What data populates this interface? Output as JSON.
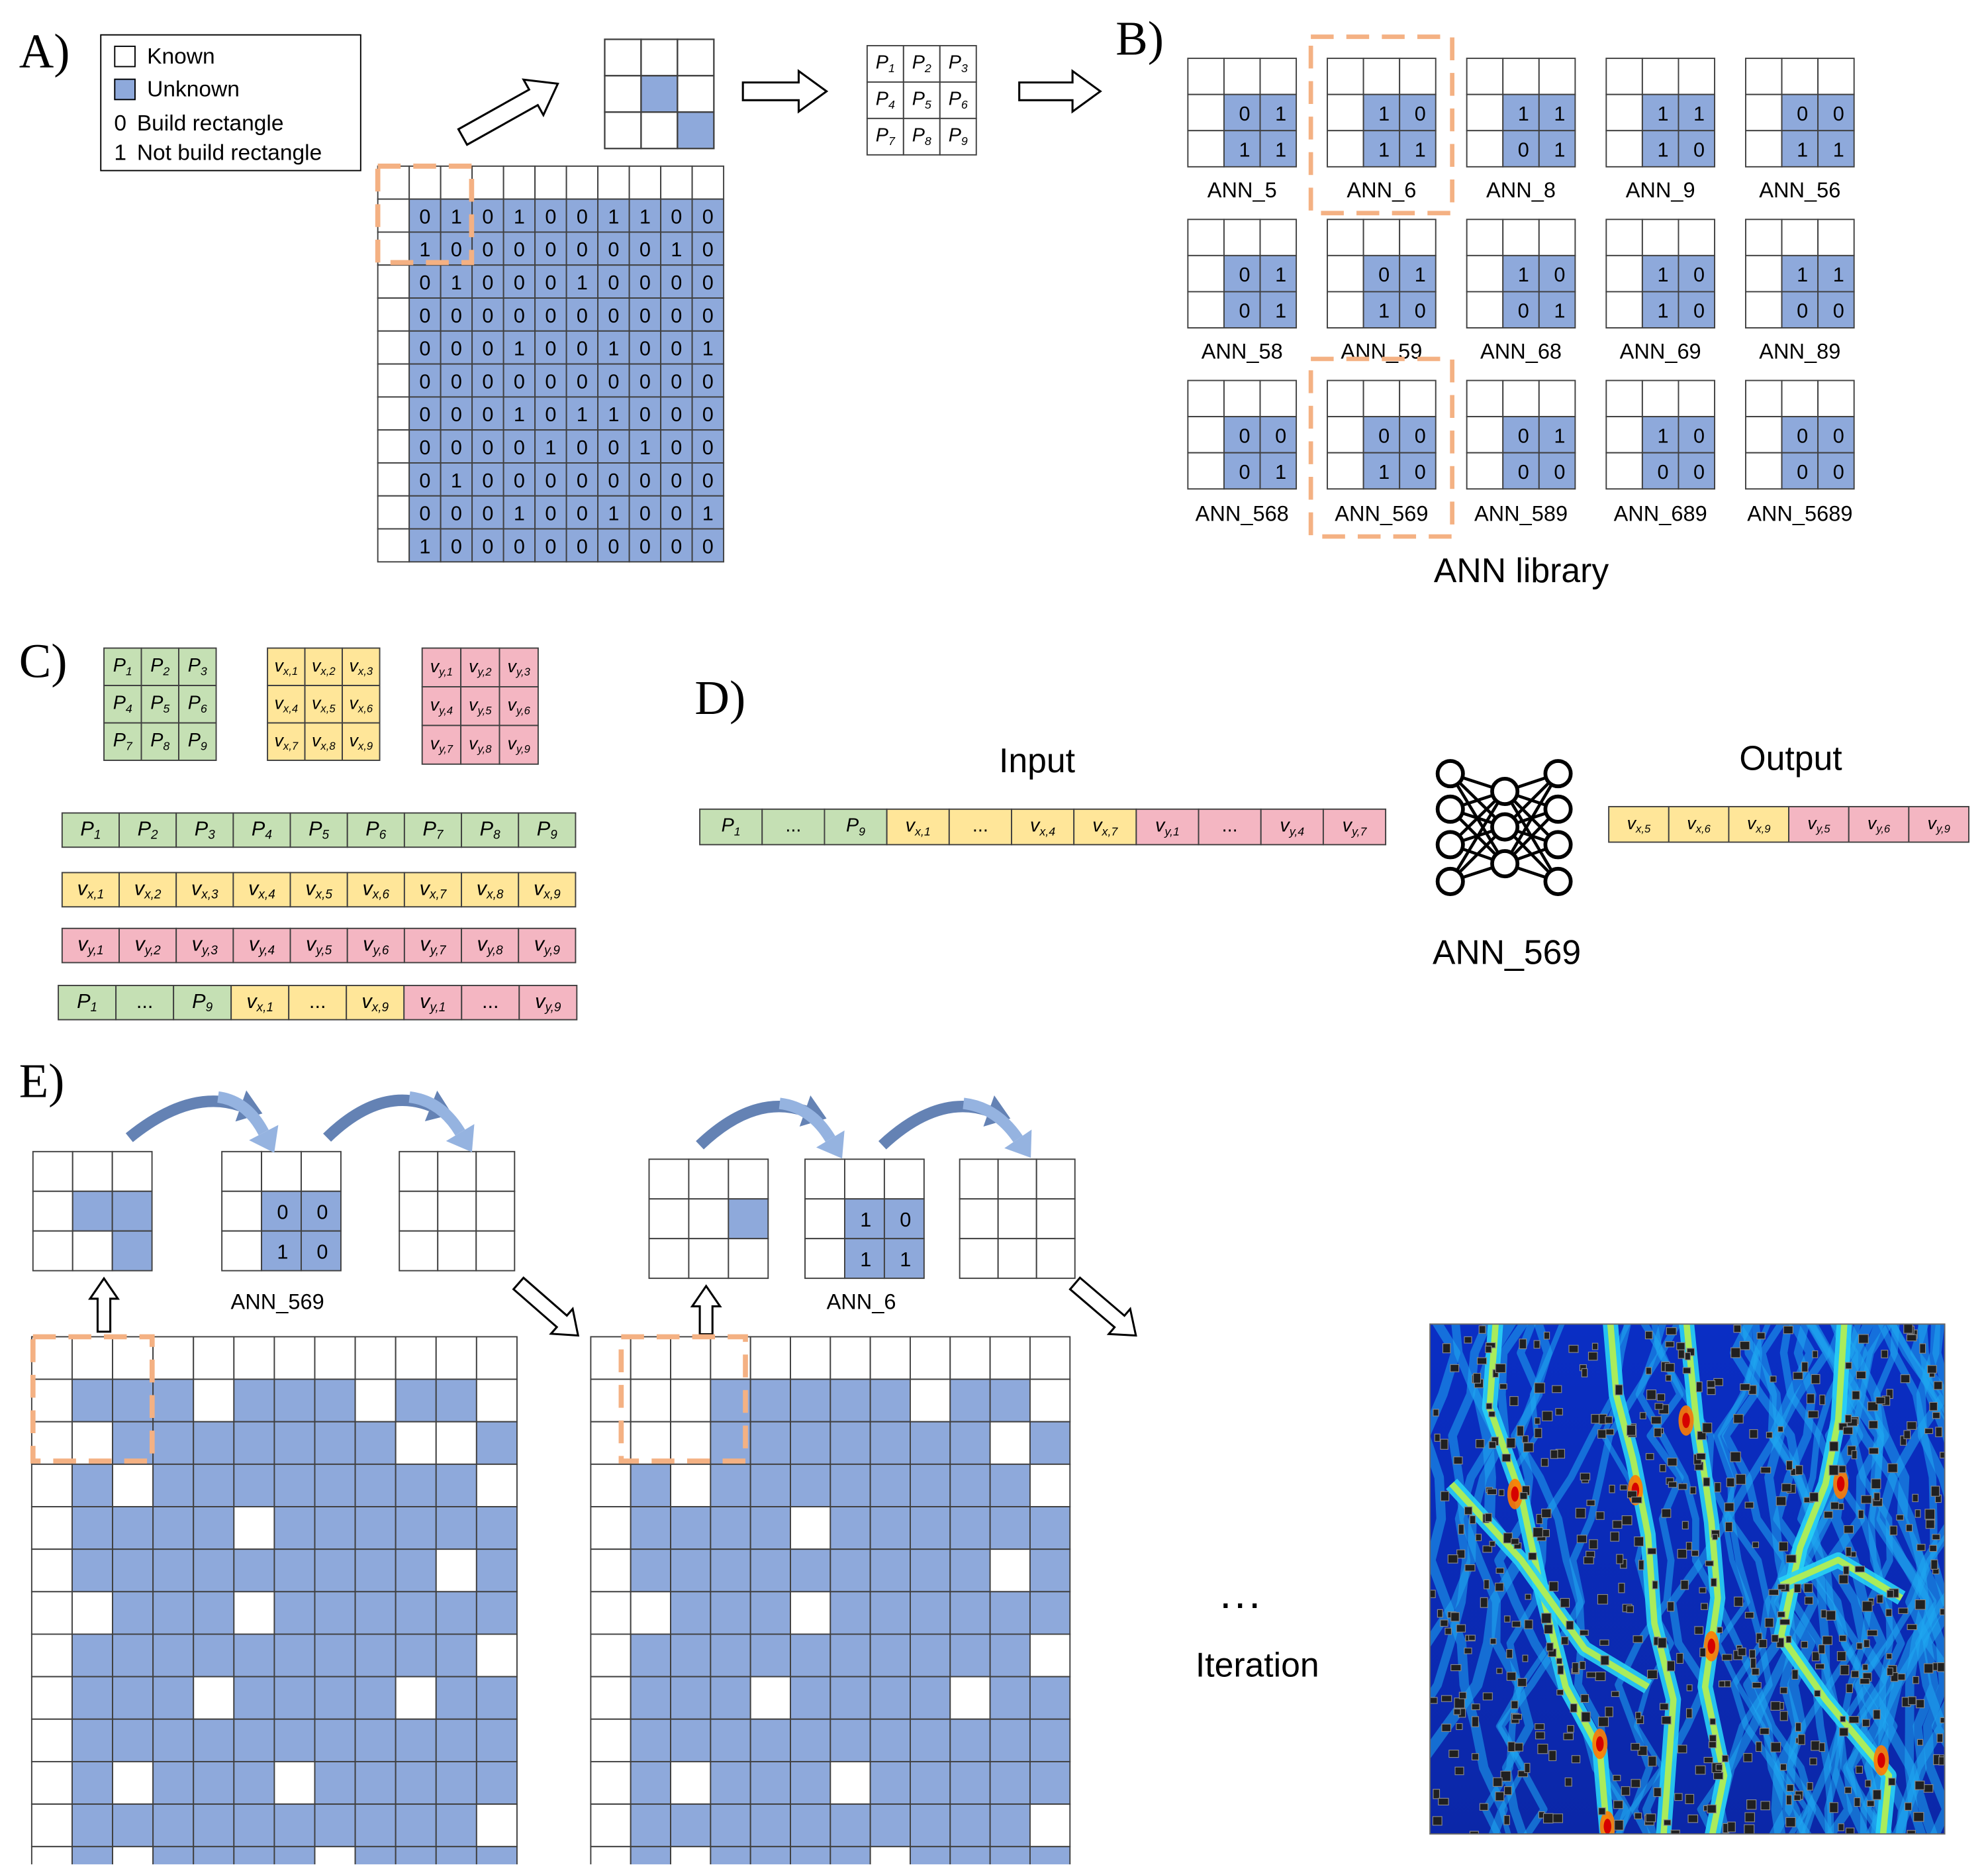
{
  "panels": {
    "a": "A)",
    "b": "B)",
    "c": "C)",
    "d": "D)",
    "e": "E)"
  },
  "legend": {
    "known": "Known",
    "unknown": "Unknown",
    "build_digit": "0",
    "build_label": "Build rectangle",
    "notbuild_digit": "1",
    "notbuild_label": "Not build rectangle"
  },
  "colors": {
    "unknown_fill": "#8EA9DB",
    "highlight_dash": "#F4B183",
    "grid_line": "#404040",
    "green_cell": "#C5E0B4",
    "yellow_cell": "#FFE699",
    "pink_cell": "#F4B6C2",
    "curved_arrow_dark": "#6482B4",
    "curved_arrow_light": "#95B3E0"
  },
  "panel_a": {
    "main_grid": [
      "KKKKKKKKKKK",
      "K0101001100",
      "K1000000010",
      "K0100010000",
      "K0000000000",
      "K0001001001",
      "K0000000000",
      "K0001011000",
      "K0000100100",
      "K0100000000",
      "K0001001001",
      "K1000000000"
    ],
    "pattern_grid": [
      "KKK",
      "KUK",
      "KKU"
    ],
    "p_labels": [
      "1",
      "2",
      "3",
      "4",
      "5",
      "6",
      "7",
      "8",
      "9"
    ]
  },
  "panel_b": {
    "title": "ANN library",
    "items": [
      {
        "label": "ANN_5",
        "cells": [
          "KKK",
          "K01",
          "K11"
        ],
        "highlighted": false
      },
      {
        "label": "ANN_6",
        "cells": [
          "KKK",
          "K10",
          "K11"
        ],
        "highlighted": true
      },
      {
        "label": "ANN_8",
        "cells": [
          "KKK",
          "K11",
          "K01"
        ],
        "highlighted": false
      },
      {
        "label": "ANN_9",
        "cells": [
          "KKK",
          "K11",
          "K10"
        ],
        "highlighted": false
      },
      {
        "label": "ANN_56",
        "cells": [
          "KKK",
          "K00",
          "K11"
        ],
        "highlighted": false
      },
      {
        "label": "ANN_58",
        "cells": [
          "KKK",
          "K01",
          "K01"
        ],
        "highlighted": false
      },
      {
        "label": "ANN_59",
        "cells": [
          "KKK",
          "K01",
          "K10"
        ],
        "highlighted": false
      },
      {
        "label": "ANN_68",
        "cells": [
          "KKK",
          "K10",
          "K01"
        ],
        "highlighted": false
      },
      {
        "label": "ANN_69",
        "cells": [
          "KKK",
          "K10",
          "K10"
        ],
        "highlighted": false
      },
      {
        "label": "ANN_89",
        "cells": [
          "KKK",
          "K11",
          "K00"
        ],
        "highlighted": false
      },
      {
        "label": "ANN_568",
        "cells": [
          "KKK",
          "K00",
          "K01"
        ],
        "highlighted": false
      },
      {
        "label": "ANN_569",
        "cells": [
          "KKK",
          "K00",
          "K10"
        ],
        "highlighted": true
      },
      {
        "label": "ANN_589",
        "cells": [
          "KKK",
          "K01",
          "K00"
        ],
        "highlighted": false
      },
      {
        "label": "ANN_689",
        "cells": [
          "KKK",
          "K10",
          "K00"
        ],
        "highlighted": false
      },
      {
        "label": "ANN_5689",
        "cells": [
          "KKK",
          "K00",
          "K00"
        ],
        "highlighted": false
      }
    ]
  },
  "panel_c": {
    "row_p": [
      "1",
      "2",
      "3",
      "4",
      "5",
      "6",
      "7",
      "8",
      "9"
    ],
    "row_vx": [
      "1",
      "2",
      "3",
      "4",
      "5",
      "6",
      "7",
      "8",
      "9"
    ],
    "row_vy": [
      "1",
      "2",
      "3",
      "4",
      "5",
      "6",
      "7",
      "8",
      "9"
    ],
    "combined": [
      {
        "sym": "P",
        "sub": "1",
        "tone": "green"
      },
      {
        "sym": "...",
        "sub": "",
        "tone": "green"
      },
      {
        "sym": "P",
        "sub": "9",
        "tone": "green"
      },
      {
        "sym": "v",
        "sub": "x,1",
        "tone": "yellow"
      },
      {
        "sym": "...",
        "sub": "",
        "tone": "yellow"
      },
      {
        "sym": "v",
        "sub": "x,9",
        "tone": "yellow"
      },
      {
        "sym": "v",
        "sub": "y,1",
        "tone": "pink"
      },
      {
        "sym": "...",
        "sub": "",
        "tone": "pink"
      },
      {
        "sym": "v",
        "sub": "y,9",
        "tone": "pink"
      }
    ]
  },
  "panel_d": {
    "input_label": "Input",
    "output_label": "Output",
    "network_label": "ANN_569",
    "input_cells": [
      {
        "sym": "P",
        "sub": "1",
        "tone": "green"
      },
      {
        "sym": "...",
        "sub": "",
        "tone": "green"
      },
      {
        "sym": "P",
        "sub": "9",
        "tone": "green"
      },
      {
        "sym": "v",
        "sub": "x,1",
        "tone": "yellow"
      },
      {
        "sym": "...",
        "sub": "",
        "tone": "yellow"
      },
      {
        "sym": "v",
        "sub": "x,4",
        "tone": "yellow"
      },
      {
        "sym": "v",
        "sub": "x,7",
        "tone": "yellow"
      },
      {
        "sym": "v",
        "sub": "y,1",
        "tone": "pink"
      },
      {
        "sym": "...",
        "sub": "",
        "tone": "pink"
      },
      {
        "sym": "v",
        "sub": "y,4",
        "tone": "pink"
      },
      {
        "sym": "v",
        "sub": "y,7",
        "tone": "pink"
      }
    ],
    "output_cells": [
      {
        "sym": "v",
        "sub": "x,5",
        "tone": "yellow"
      },
      {
        "sym": "v",
        "sub": "x,6",
        "tone": "yellow"
      },
      {
        "sym": "v",
        "sub": "x,9",
        "tone": "yellow"
      },
      {
        "sym": "v",
        "sub": "y,5",
        "tone": "pink"
      },
      {
        "sym": "v",
        "sub": "y,6",
        "tone": "pink"
      },
      {
        "sym": "v",
        "sub": "y,9",
        "tone": "pink"
      }
    ]
  },
  "panel_e": {
    "first": {
      "window": [
        "KKK",
        "KUU",
        "KKU"
      ],
      "ann": [
        "KKK",
        "K00",
        "K10"
      ],
      "ann_label": "ANN_569",
      "main_grid": [
        "KKKKKKKKKKKK",
        "KUUUKUUUKUUK",
        "KKUUUUUUUKKU",
        "KUKUUUUUUUUK",
        "KUUUUKUUUUUU",
        "KUUUUUUUUUKU",
        "KKUUUKUUUUUU",
        "KUUUUUUUUUUK",
        "KUUUKUUUUKUU",
        "KUUUUUUUUUUU",
        "KUKUUUKUUUUU",
        "KUUUUUUUUUUK",
        "KUKUUUUKUUUU"
      ]
    },
    "second": {
      "window": [
        "KKK",
        "KKU",
        "KKK"
      ],
      "ann": [
        "KKK",
        "K10",
        "K11"
      ],
      "ann_label": "ANN_6",
      "main_grid": [
        "KKKKKKKKKKKK",
        "KKKUUUUUKUUK",
        "KKKUUUUUUUKU",
        "KUKUUUUUUUUK",
        "KUUUUKUUUUUU",
        "KUUUUUUUUUKU",
        "KKUUUKUUUUUU",
        "KUUUUUUUUUUK",
        "KUUUKUUUUKUU",
        "KUUUUUUUUUUU",
        "KUKUUUKUUUUU",
        "KUUUUUUUUUUK",
        "KUKUUUUKUUUU"
      ]
    },
    "dots": "...",
    "iteration_label": "Iteration"
  }
}
